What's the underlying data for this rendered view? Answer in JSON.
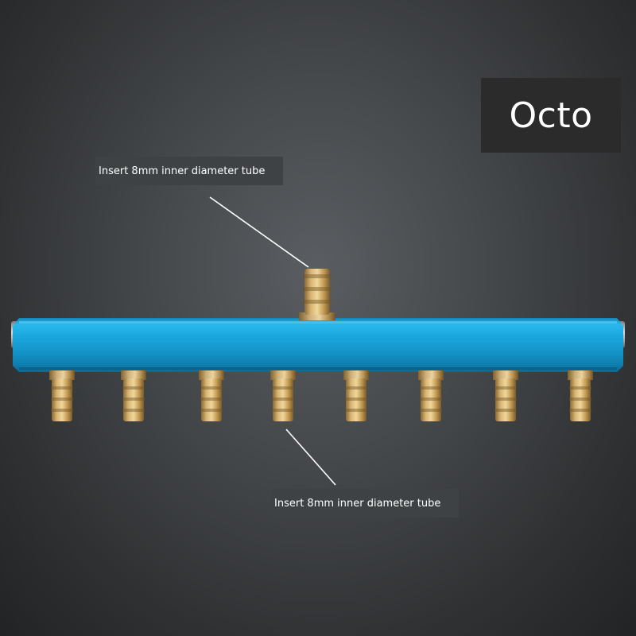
{
  "badge": {
    "label": "Octo"
  },
  "callouts": {
    "top": "Insert 8mm inner diameter tube",
    "bottom": "Insert 8mm inner diameter tube"
  },
  "colors": {
    "manifold_body": "#1aa6dd",
    "brass_fitting": "#c9a35e",
    "background": "#45484b",
    "badge_background": "#2b2b2c",
    "callout_background": "#3f4245"
  },
  "manifold": {
    "inlet_count": 1,
    "outlet_count": 8
  }
}
